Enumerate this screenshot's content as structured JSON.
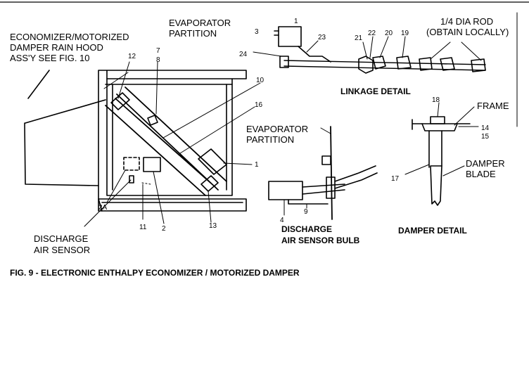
{
  "figure": {
    "caption": "FIG. 9 - ELECTRONIC ENTHALPY ECONOMIZER / MOTORIZED DAMPER",
    "labels": {
      "economizer_hood": [
        "ECONOMIZER/MOTORIZED",
        "DAMPER RAIN HOOD",
        "ASS'Y SEE FIG. 10"
      ],
      "evaporator_partition_top": [
        "EVAPORATOR",
        "PARTITION"
      ],
      "evaporator_partition_mid": [
        "EVAPORATOR",
        "PARTITION"
      ],
      "discharge_air_sensor": [
        "DISCHARGE",
        "AIR SENSOR"
      ],
      "discharge_air_sensor_bulb": [
        "DISCHARGE",
        "AIR SENSOR BULB"
      ],
      "linkage_detail": "LINKAGE DETAIL",
      "damper_detail": "DAMPER DETAIL",
      "rod": [
        "1/4 DIA ROD",
        "(OBTAIN LOCALLY)"
      ],
      "frame": "FRAME",
      "damper_blade": [
        "DAMPER",
        "BLADE"
      ]
    },
    "callouts": {
      "n12": "12",
      "n7": "7",
      "n8": "8",
      "n10": "10",
      "n16_main": "16",
      "n1_main": "1",
      "n2A": "2A",
      "n11": "11",
      "n2": "2",
      "n13": "13",
      "n1_link": "1",
      "n3": "3",
      "n23": "23",
      "n24": "24",
      "n21": "21",
      "n22": "22",
      "n20": "20",
      "n19": "19",
      "n18": "18",
      "n14": "14",
      "n15": "15",
      "n17": "17",
      "n4": "4",
      "n9": "9"
    }
  }
}
